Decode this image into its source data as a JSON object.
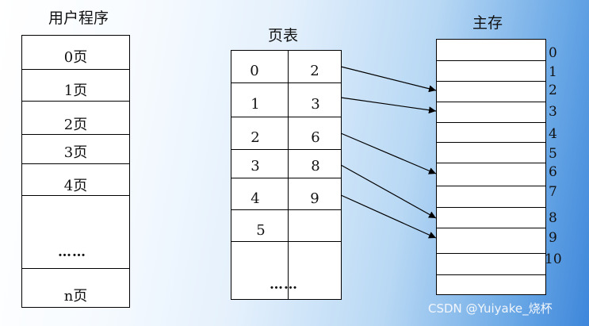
{
  "user_program": {
    "title": "用户程序",
    "pages": [
      "0页",
      "1页",
      "2页",
      "3页",
      "4页",
      "",
      "……",
      "n页"
    ]
  },
  "page_table": {
    "title": "页表",
    "rows": [
      {
        "page": "0",
        "frame": "2"
      },
      {
        "page": "1",
        "frame": "3"
      },
      {
        "page": "2",
        "frame": "6"
      },
      {
        "page": "3",
        "frame": "8"
      },
      {
        "page": "4",
        "frame": "9"
      },
      {
        "page": "5",
        "frame": ""
      }
    ],
    "ellipsis": "……"
  },
  "main_memory": {
    "title": "主存",
    "block_numbers": [
      "0",
      "1",
      "2",
      "3",
      "4",
      "5",
      "6",
      "7",
      "8",
      "9",
      "10"
    ]
  },
  "mappings": [
    {
      "from_page": "0",
      "to_block": "2"
    },
    {
      "from_page": "1",
      "to_block": "3"
    },
    {
      "from_page": "2",
      "to_block": "6"
    },
    {
      "from_page": "3",
      "to_block": "8"
    },
    {
      "from_page": "4",
      "to_block": "9"
    }
  ],
  "watermark": "CSDN @Yuiyake_烧杯"
}
